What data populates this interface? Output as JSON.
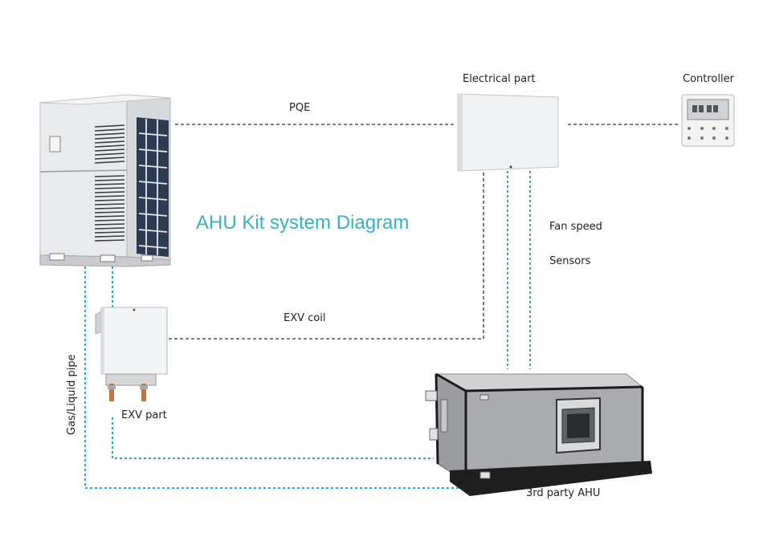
{
  "diagram": {
    "title": "AHU Kit system Diagram",
    "labels": {
      "electrical_part": "Electrical part",
      "controller": "Controller",
      "pqe": "PQE",
      "exv_coil": "EXV coil",
      "fan_speed": "Fan speed",
      "sensors": "Sensors",
      "gas_liquid_pipe": "Gas/Liquid pipe",
      "exv_part": "EXV part",
      "ahu": "3rd party AHU"
    },
    "colors": {
      "signal_line": "#555555",
      "pipe_line": "#2aa7c9",
      "title": "#38b1c4"
    },
    "icons": [
      "outdoor-unit-image",
      "electrical-box-image",
      "controller-image",
      "exv-box-image",
      "ahu-unit-image"
    ]
  }
}
